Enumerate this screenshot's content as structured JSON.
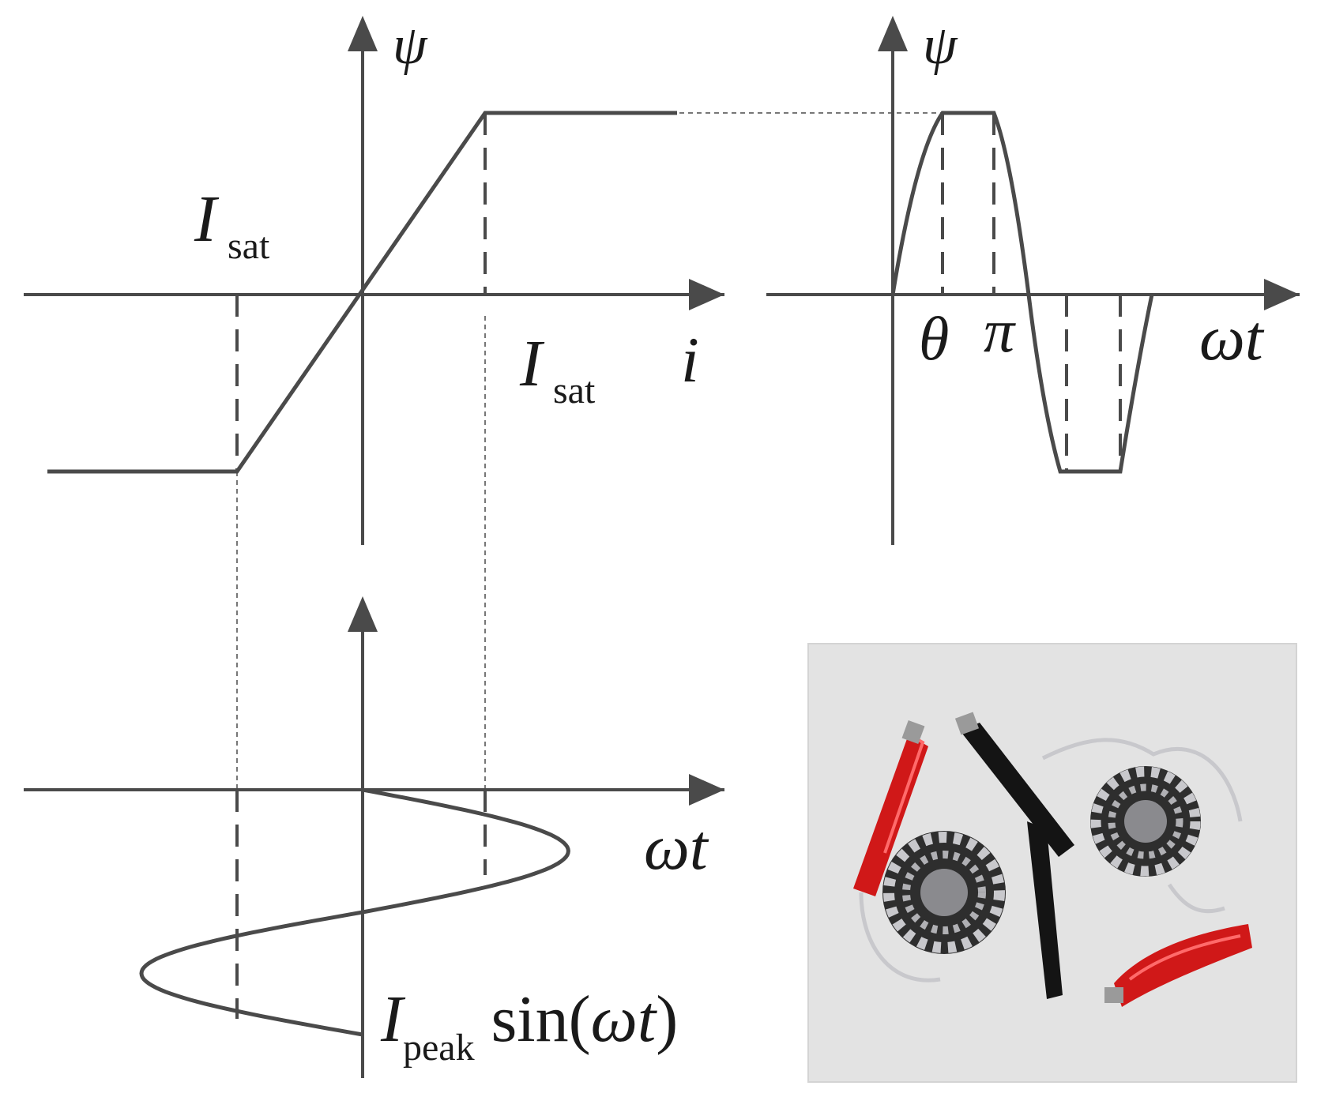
{
  "colors": {
    "ink": "#4a4a4a",
    "text": "#1a1a1a",
    "photo_bg": "#e3e3e3",
    "clip_red": "#d01818",
    "clip_black": "#141414",
    "wire": "#c8c8cc",
    "core": "#2e2e2e"
  },
  "labels": {
    "psi_left": "ψ",
    "psi_right": "ψ",
    "isat_left": "I",
    "isat_left_sub": "sat",
    "isat_right": "I",
    "isat_right_sub": "sat",
    "i_axis": "i",
    "theta": "θ",
    "pi": "π",
    "wt_right": "ωt",
    "wt_bottom": "ωt",
    "ipeak": "I",
    "ipeak_sub": "peak",
    "ipeak_rest": " sin(",
    "ipeak_wt": "ωt",
    "ipeak_close": ")"
  },
  "photo": {
    "description_icon": "toroid-inductors-with-clips-photo"
  }
}
